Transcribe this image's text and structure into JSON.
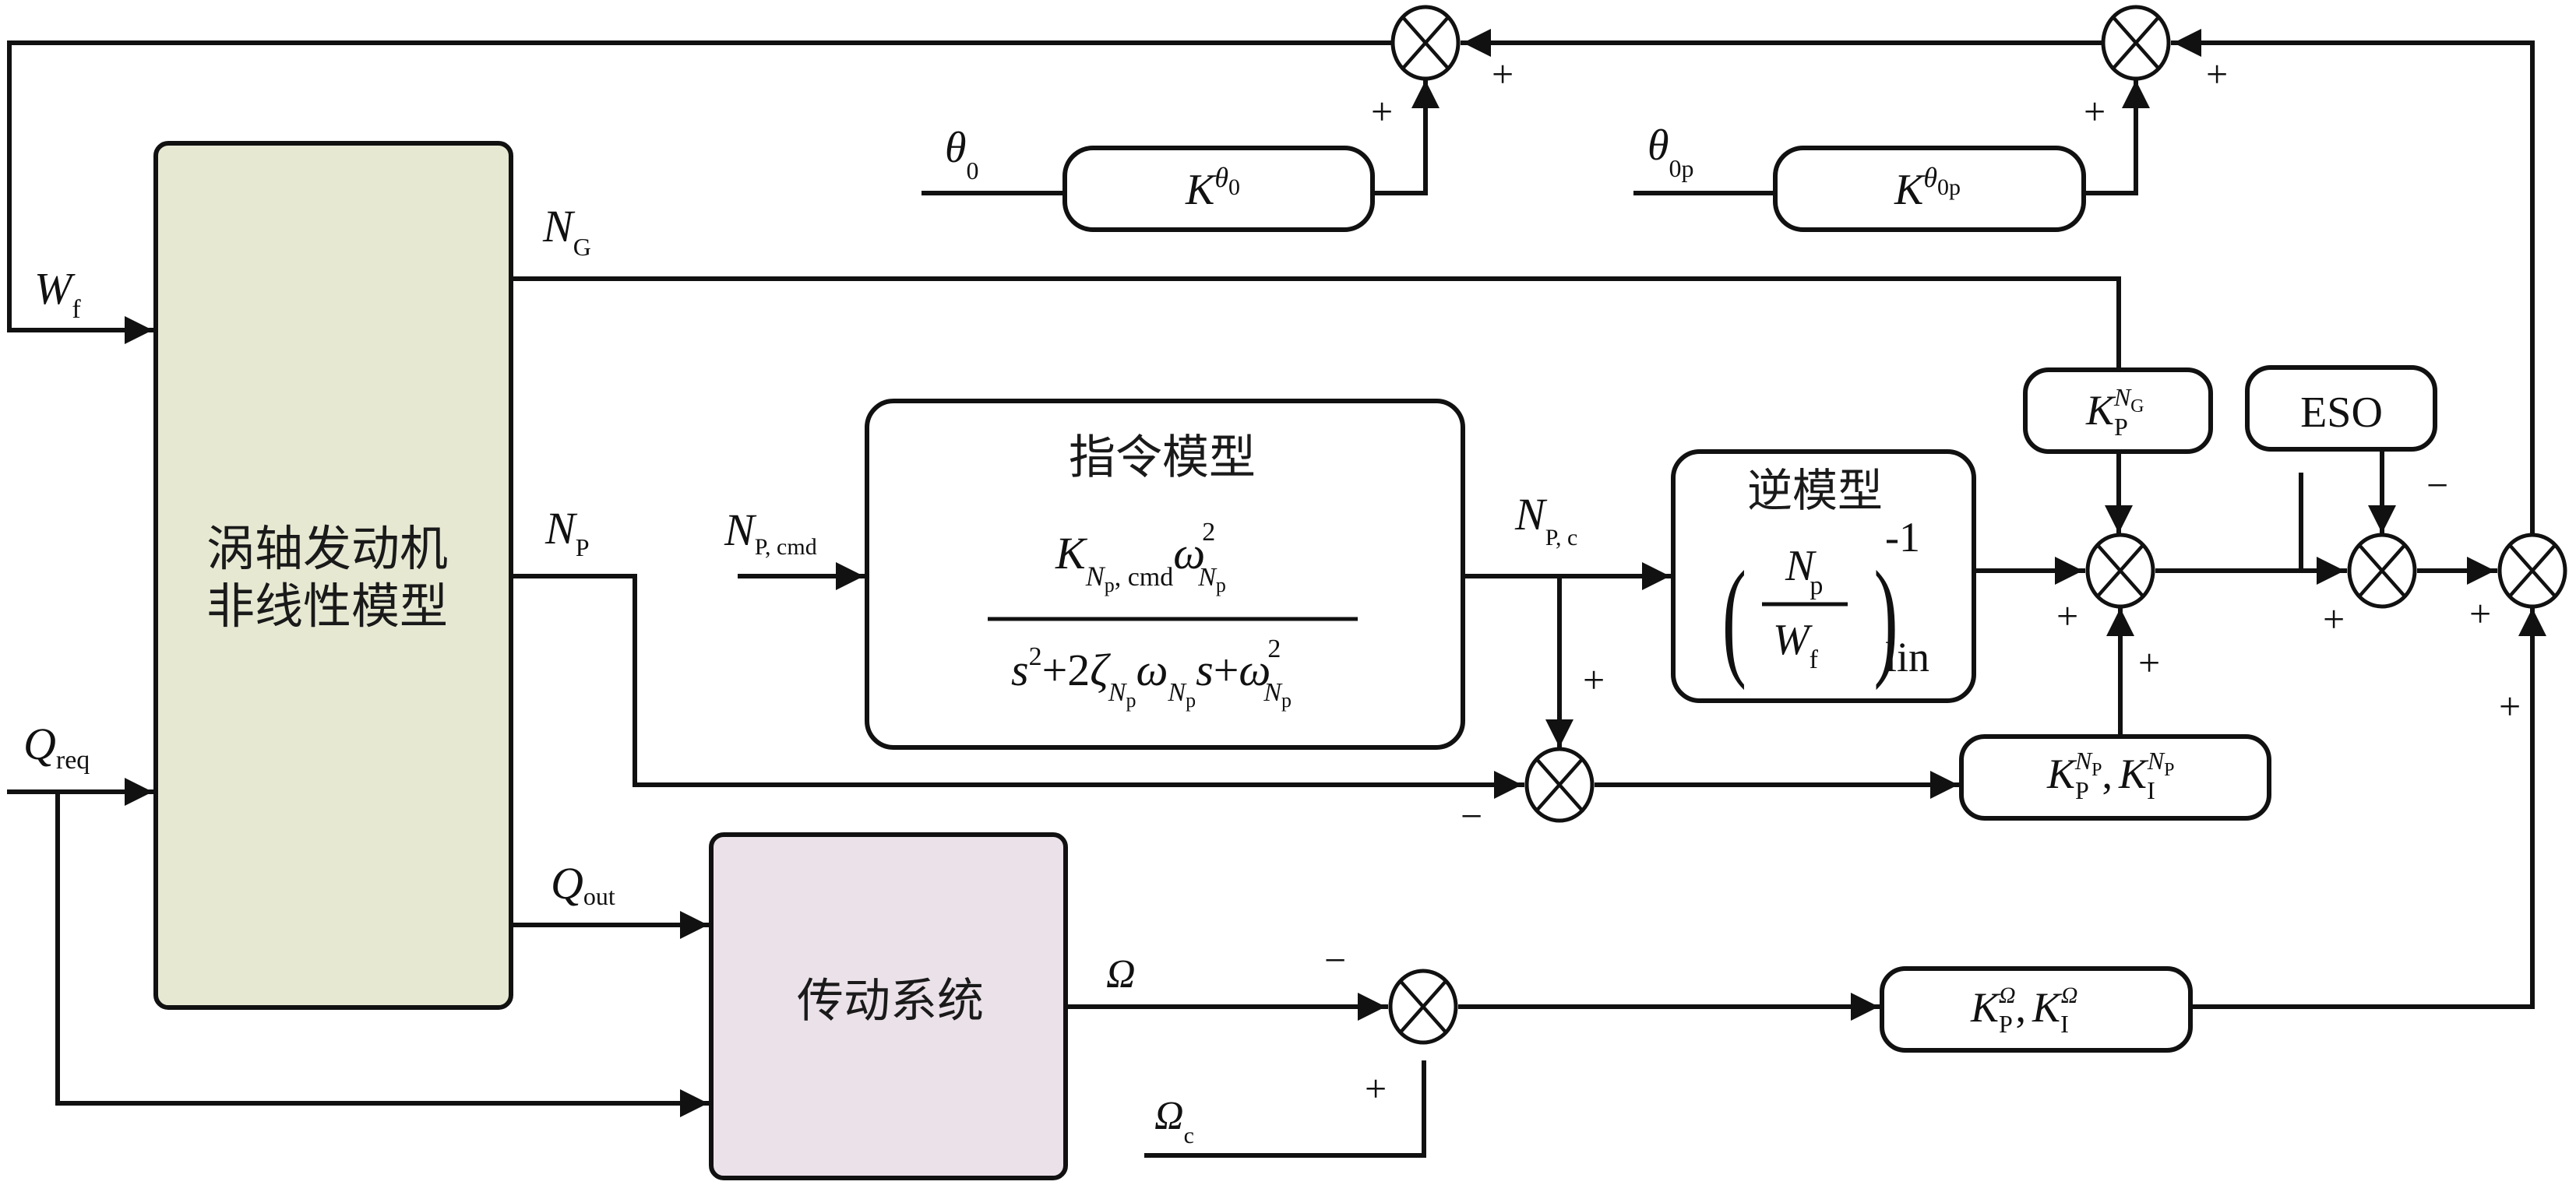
{
  "colors": {
    "engine_fill": "#e6e8d2",
    "transmission_fill": "#ebe1e9",
    "line": "#111111",
    "background": "#ffffff"
  },
  "blocks": {
    "engine": {
      "line1": "涡轴发动机",
      "line2": "非线性模型"
    },
    "transmission": {
      "label": "传动系统"
    },
    "command_model": {
      "title": "指令模型",
      "numerator": {
        "K": "K",
        "K_sub": "N",
        "K_sub_sub": "p",
        "K_sub_tail": ", cmd",
        "omega": "ω",
        "omega_sub": "N",
        "omega_sub_sub": "p",
        "omega_sup": "2"
      },
      "denominator": {
        "s": "s",
        "s_sup": "2",
        "plus1": "+2",
        "zeta": "ζ",
        "zeta_sub": "N",
        "zeta_sub_sub": "p",
        "omega": "ω",
        "omega_sub": "N",
        "omega_sub_sub": "p",
        "s2": "s",
        "plus2": "+",
        "omega2": "ω",
        "omega2_sub": "N",
        "omega2_sub_sub": "p",
        "omega2_sup": "2"
      }
    },
    "inverse_model": {
      "title": "逆模型",
      "num": "N",
      "num_sub": "p",
      "den": "W",
      "den_sub": "f",
      "exp": "-1",
      "sub": "lin",
      "lparen": "(",
      "rparen": ")"
    },
    "k_theta0": {
      "K": "K",
      "sup": "θ",
      "sup_sub": "0"
    },
    "k_theta0p": {
      "K": "K",
      "sup": "θ",
      "sup_sub": "0p"
    },
    "kp_ng": {
      "K": "K",
      "sub": "P",
      "sup": "N",
      "sup_sub": "G"
    },
    "eso": {
      "label": "ESO"
    },
    "kp_ki_np": {
      "K1": "K",
      "sub1": "P",
      "sup1": "N",
      "sup1_sub": "P",
      "comma": ",",
      "K2": "K",
      "sub2": "I",
      "sup2": "N",
      "sup2_sub": "P"
    },
    "kp_ki_omega": {
      "K1": "K",
      "sub1": "P",
      "sup1": "Ω",
      "comma": ",",
      "K2": "K",
      "sub2": "I",
      "sup2": "Ω"
    }
  },
  "signals": {
    "wf": {
      "main": "W",
      "sub": "f"
    },
    "qreq": {
      "main": "Q",
      "sub": "req"
    },
    "ng": {
      "main": "N",
      "sub": "G"
    },
    "np": {
      "main": "N",
      "sub": "P"
    },
    "qout": {
      "main": "Q",
      "sub": "out"
    },
    "omega": {
      "main": "Ω"
    },
    "omega_c": {
      "main": "Ω",
      "sub": "c"
    },
    "np_cmd": {
      "main": "N",
      "sub": "P, cmd"
    },
    "np_c": {
      "main": "N",
      "sub": "P, c"
    },
    "theta0": {
      "main": "θ",
      "sub": "0"
    },
    "theta0p": {
      "main": "θ",
      "sub": "0p"
    }
  },
  "signs": {
    "sum_top_left_right": "+",
    "sum_top_left_bottom": "+",
    "sum_top_right_right": "+",
    "sum_top_right_bottom": "+",
    "sum_np_err_top": "+",
    "sum_np_err_left": "−",
    "sum_mid_left": "+",
    "sum_mid_bottom": "+",
    "sum_eso_left": "+",
    "sum_eso_top": "−",
    "sum_final_left": "+",
    "sum_final_bottom": "+",
    "sum_omega_top": "−",
    "sum_omega_bottom": "+"
  }
}
